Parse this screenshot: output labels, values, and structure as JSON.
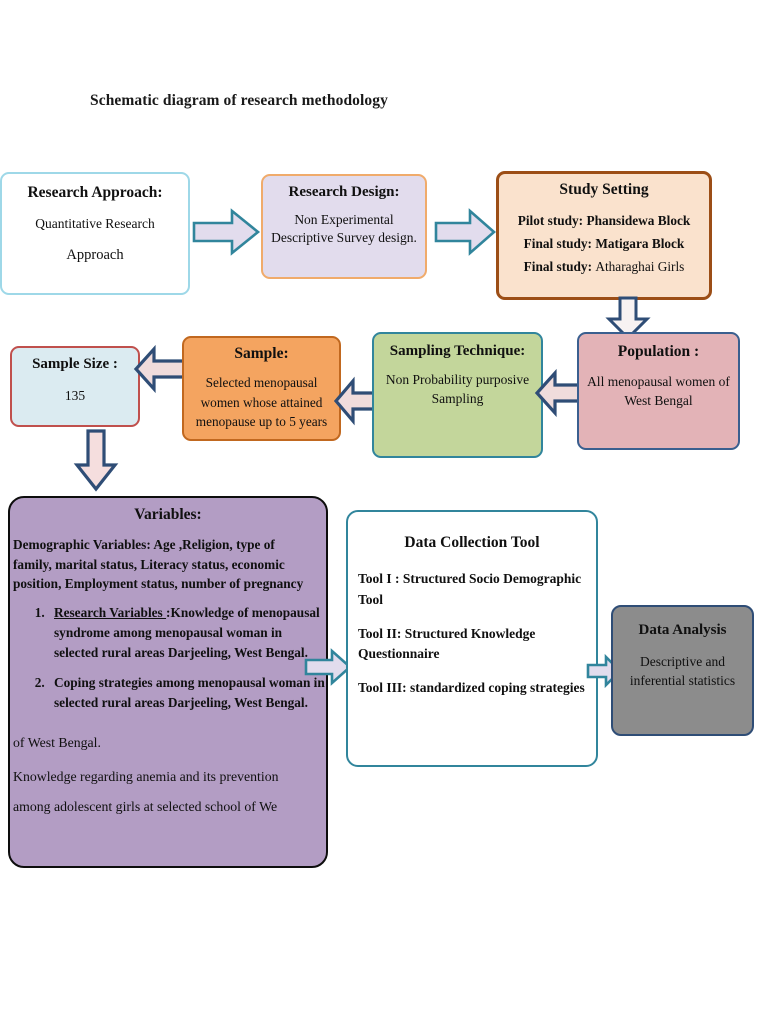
{
  "title": "Schematic diagram of research methodology",
  "boxes": {
    "research_approach": {
      "heading": "Research Approach:",
      "line1": "Quantitative Research",
      "line2": "Approach",
      "fill": "#ffffff",
      "border": "#9ed8e8"
    },
    "research_design": {
      "heading": "Research Design:",
      "body": "Non Experimental Descriptive Survey design.",
      "fill": "#e2dced",
      "border": "#f0ab6b"
    },
    "study_setting": {
      "heading": "Study Setting",
      "line1_label": "Pilot study:",
      "line1_value": "Phansidewa Block",
      "line2_label": "Final study:",
      "line2_value": "Matigara Block",
      "line3_label": "Final study:",
      "line3_value": "Atharaghai Girls",
      "fill": "#fae2cd",
      "border": "#9c4e16"
    },
    "population": {
      "heading": "Population :",
      "body": "All menopausal women of West Bengal",
      "fill": "#e3b3b7",
      "border": "#3a5f8f"
    },
    "sampling_technique": {
      "heading": "Sampling Technique:",
      "body": "Non Probability purposive Sampling",
      "fill": "#c3d69b",
      "border": "#31859c"
    },
    "sample": {
      "heading": "Sample:",
      "body": "Selected menopausal women whose attained menopause up to 5 years",
      "fill": "#f4a460",
      "border": "#c1681f"
    },
    "sample_size": {
      "heading": "Sample Size :",
      "value": "135",
      "fill": "#dbebf1",
      "border": "#c0504d"
    },
    "variables": {
      "heading": "Variables:",
      "demographic": "Demographic Variables: Age ,Religion, type of family, marital status, Literacy status, economic position, Employment status, number of pregnancy",
      "items": [
        {
          "label": "Research Variables ",
          "text": ":Knowledge of menopausal syndrome among menopausal woman in selected rural areas Darjeeling, West Bengal."
        },
        {
          "label": "",
          "text": "Coping strategies among menopausal woman in selected rural areas Darjeeling, West Bengal."
        }
      ],
      "tail1": "of West Bengal.",
      "tail2": "Knowledge regarding anemia and its prevention",
      "tail3": "among adolescent girls at selected school of We",
      "fill": "#b39dc4",
      "border": "#0d0d0d"
    },
    "data_collection_tool": {
      "heading": "Data Collection Tool",
      "tool1": "Tool I : Structured Socio Demographic Tool",
      "tool2": "Tool II: Structured Knowledge Questionnaire",
      "tool3": " Tool III: standardized coping strategies",
      "fill": "#ffffff",
      "border": "#31859c"
    },
    "data_analysis": {
      "heading": "Data Analysis",
      "body": "Descriptive and inferential statistics",
      "fill": "#8c8c8c",
      "border": "#2f4d76"
    }
  },
  "arrows": {
    "approach_to_design": {
      "direction": "right",
      "fill": "#e2dced",
      "stroke": "#31859c"
    },
    "design_to_setting": {
      "direction": "right",
      "fill": "#e2dced",
      "stroke": "#31859c"
    },
    "setting_to_population": {
      "direction": "down",
      "fill": "#f7f2f2",
      "stroke": "#2f4d76"
    },
    "population_to_sampling": {
      "direction": "left",
      "fill": "#f0dcdc",
      "stroke": "#2f4d76"
    },
    "sampling_to_sample": {
      "direction": "left",
      "fill": "#f0dcdc",
      "stroke": "#2f4d76"
    },
    "sample_to_samplesize": {
      "direction": "left",
      "fill": "#f0dcdc",
      "stroke": "#2f4d76"
    },
    "samplesize_to_variables": {
      "direction": "down",
      "fill": "#f5dede",
      "stroke": "#2f4d76"
    },
    "variables_to_tool": {
      "direction": "right",
      "fill": "#e2dced",
      "stroke": "#31859c"
    },
    "tool_to_analysis": {
      "direction": "right",
      "fill": "#e2dced",
      "stroke": "#31859c"
    }
  }
}
